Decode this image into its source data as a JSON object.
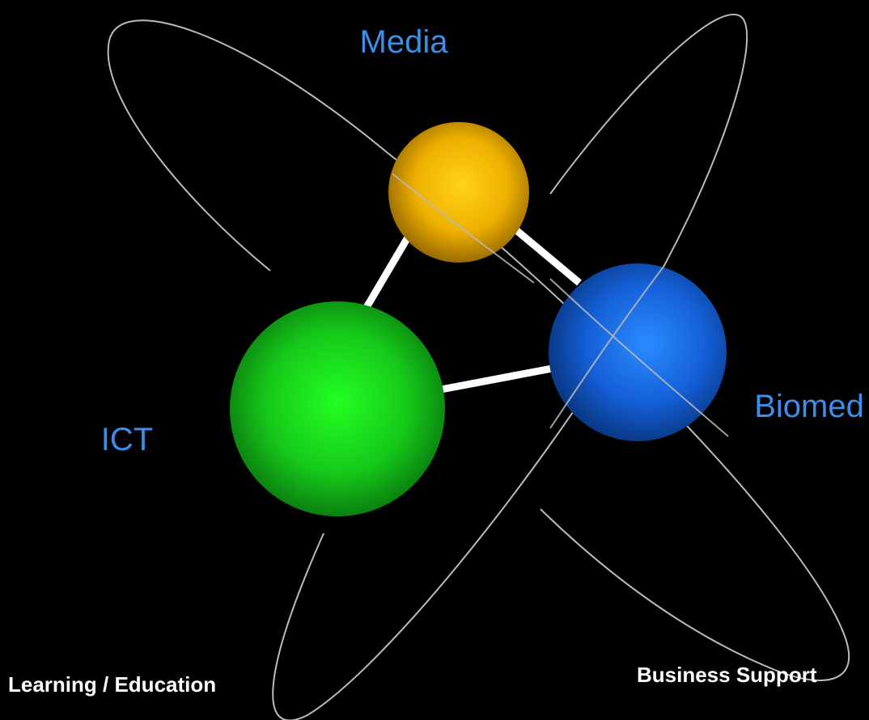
{
  "nodes": {
    "media": {
      "label": "Media",
      "color": "#f2b400"
    },
    "biomed": {
      "label": "Biomed",
      "color": "#1565e0"
    },
    "ict": {
      "label": "ICT",
      "color": "#16c81a"
    }
  },
  "footer": {
    "left_label": "Learning / Education",
    "right_label": "Business Support"
  },
  "colors": {
    "background": "#000000",
    "node_label": "#3d8ee8",
    "footer_label": "#ffffff",
    "orbit": "#bbbbbb",
    "connector": "#ffffff"
  }
}
